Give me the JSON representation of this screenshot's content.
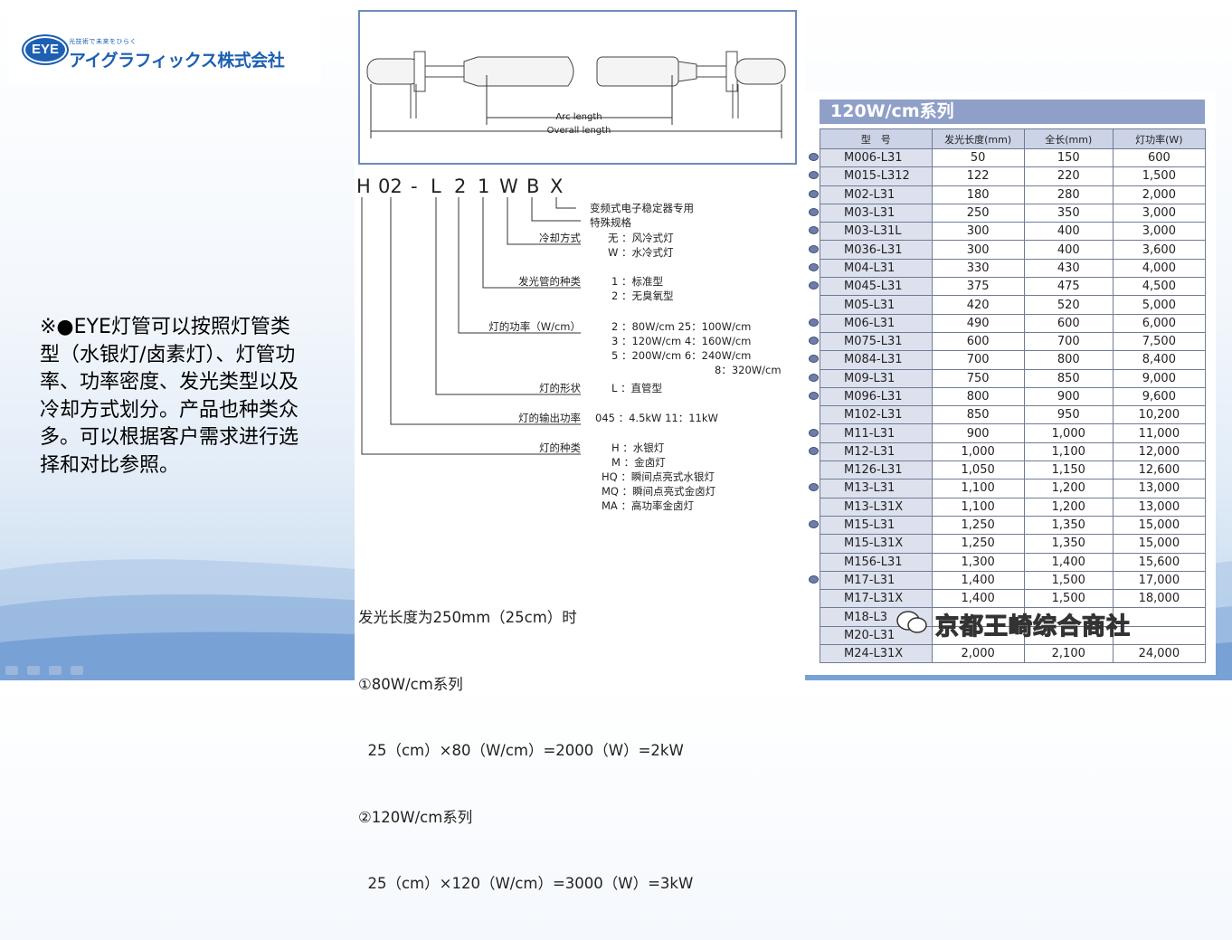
{
  "logo": {
    "badge": "EYE",
    "tagline": "光技術で未来をひらく",
    "company": "アイグラフィックス株式会社"
  },
  "description": "※●EYE灯管可以按照灯管类型（水银灯/卤素灯）、灯管功率、功率密度、发光类型以及冷却方式划分。产品也种类众多。可以根据客户需求进行选择和对比参照。",
  "diagram": {
    "arc_length": "Arc length",
    "overall_length": "Overall length"
  },
  "code": {
    "chars": [
      "H",
      "02",
      "-",
      "L",
      "2",
      "1",
      "W",
      "B",
      "X"
    ],
    "rows": [
      {
        "label": "变频式电子稳定器专用",
        "options": []
      },
      {
        "label": "特殊规格",
        "options": []
      },
      {
        "label": "冷却方式",
        "options": [
          "无 ：风冷式灯",
          "W ：水冷式灯"
        ]
      },
      {
        "label": "发光管的种类",
        "options": [
          "1 ：标准型",
          "2 ：无臭氧型"
        ]
      },
      {
        "label": "灯的功率（W/cm）",
        "options": [
          "2 ：80W/cm    25：100W/cm",
          "3 ：120W/cm    4：160W/cm",
          "5 ：200W/cm    6：240W/cm",
          "8：320W/cm"
        ]
      },
      {
        "label": "灯的形状",
        "options": [
          "L ：直管型"
        ]
      },
      {
        "label": "灯的输出功率",
        "options": [
          "045 ：4.5kW    11：11kW"
        ]
      },
      {
        "label": "灯的种类",
        "options": [
          "H ：水银灯",
          "M ：金卤灯",
          "HQ ：瞬间点亮式水银灯",
          "MQ ：瞬间点亮式金卤灯",
          "MA ：高功率金卤灯"
        ]
      }
    ]
  },
  "calc": {
    "line1": "发光长度为250mm（25cm）时",
    "line2": "①80W/cm系列",
    "line3": "  25（cm）×80（W/cm）=2000（W）=2kW",
    "line4": "②120W/cm系列",
    "line5": "  25（cm）×120（W/cm）=3000（W）=3kW"
  },
  "table": {
    "title": "120W/cm系列",
    "headers": [
      "型　号",
      "发光长度(mm)",
      "全长(mm)",
      "灯功率(W)"
    ],
    "rows": [
      [
        "M006-L31",
        "50",
        "150",
        "600",
        true
      ],
      [
        "M015-L312",
        "122",
        "220",
        "1,500",
        true
      ],
      [
        "M02-L31",
        "180",
        "280",
        "2,000",
        true
      ],
      [
        "M03-L31",
        "250",
        "350",
        "3,000",
        true
      ],
      [
        "M03-L31L",
        "300",
        "400",
        "3,000",
        true
      ],
      [
        "M036-L31",
        "300",
        "400",
        "3,600",
        true
      ],
      [
        "M04-L31",
        "330",
        "430",
        "4,000",
        true
      ],
      [
        "M045-L31",
        "375",
        "475",
        "4,500",
        true
      ],
      [
        "M05-L31",
        "420",
        "520",
        "5,000",
        false
      ],
      [
        "M06-L31",
        "490",
        "600",
        "6,000",
        true
      ],
      [
        "M075-L31",
        "600",
        "700",
        "7,500",
        true
      ],
      [
        "M084-L31",
        "700",
        "800",
        "8,400",
        true
      ],
      [
        "M09-L31",
        "750",
        "850",
        "9,000",
        true
      ],
      [
        "M096-L31",
        "800",
        "900",
        "9,600",
        true
      ],
      [
        "M102-L31",
        "850",
        "950",
        "10,200",
        false
      ],
      [
        "M11-L31",
        "900",
        "1,000",
        "11,000",
        true
      ],
      [
        "M12-L31",
        "1,000",
        "1,100",
        "12,000",
        true
      ],
      [
        "M126-L31",
        "1,050",
        "1,150",
        "12,600",
        false
      ],
      [
        "M13-L31",
        "1,100",
        "1,200",
        "13,000",
        true
      ],
      [
        "M13-L31X",
        "1,100",
        "1,200",
        "13,000",
        false
      ],
      [
        "M15-L31",
        "1,250",
        "1,350",
        "15,000",
        true
      ],
      [
        "M15-L31X",
        "1,250",
        "1,350",
        "15,000",
        false
      ],
      [
        "M156-L31",
        "1,300",
        "1,400",
        "15,600",
        false
      ],
      [
        "M17-L31",
        "1,400",
        "1,500",
        "17,000",
        true
      ],
      [
        "M17-L31X",
        "1,400",
        "1,500",
        "18,000",
        false
      ],
      [
        "M18-L3",
        "",
        "",
        "",
        false
      ],
      [
        "M20-L31",
        "",
        "",
        "",
        false
      ],
      [
        "M24-L31X",
        "2,000",
        "2,100",
        "24,000",
        false
      ]
    ]
  },
  "watermark": "京都王崎综合商社"
}
